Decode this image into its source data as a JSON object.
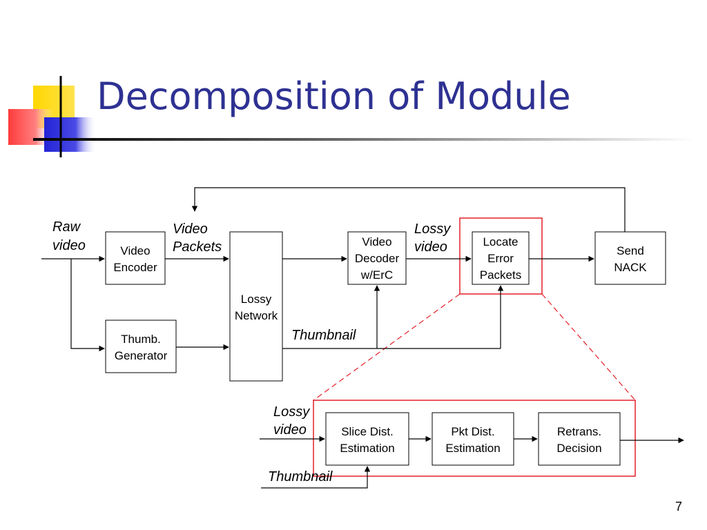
{
  "title": "Decomposition of Module",
  "page_number": "7",
  "colors": {
    "title": "#2e3192",
    "highlight": "#e41e26",
    "accent_yellow": "#ffd700",
    "accent_blue": "#2d2ee0",
    "accent_red": "#ff4d4d"
  },
  "blocks": {
    "video_encoder": [
      "Video",
      "Encoder"
    ],
    "thumb_generator": [
      "Thumb.",
      "Generator"
    ],
    "lossy_network": [
      "Lossy",
      "Network"
    ],
    "video_decoder": [
      "Video",
      "Decoder",
      "w/ErC"
    ],
    "locate_error": [
      "Locate",
      "Error",
      "Packets"
    ],
    "send_nack": [
      "Send",
      "NACK"
    ],
    "slice_dist": [
      "Slice Dist.",
      "Estimation"
    ],
    "pkt_dist": [
      "Pkt Dist.",
      "Estimation"
    ],
    "retrans": [
      "Retrans.",
      "Decision"
    ]
  },
  "labels": {
    "raw_video": [
      "Raw",
      "video"
    ],
    "video_packets": [
      "Video",
      "Packets"
    ],
    "lossy_video_top": [
      "Lossy",
      "video"
    ],
    "thumbnail_top": "Thumbnail",
    "lossy_video_bottom": [
      "Lossy",
      "video"
    ],
    "thumbnail_bottom": "Thumbnail"
  }
}
